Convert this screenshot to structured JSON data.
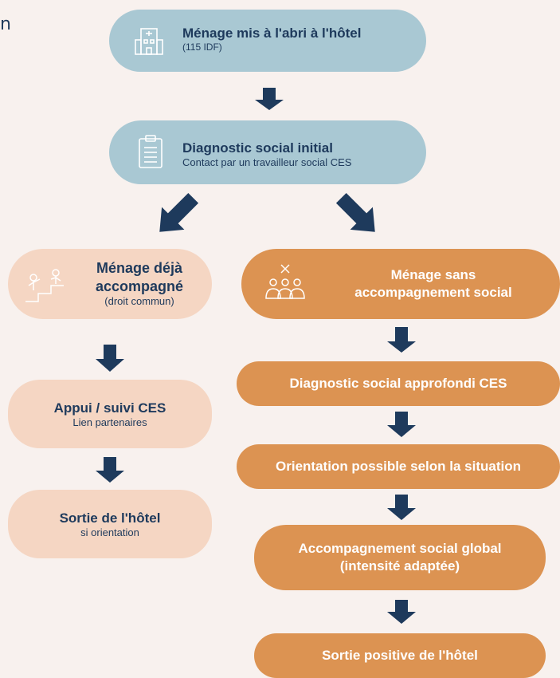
{
  "corner_text": "n",
  "start": {
    "title": "Ménage mis à l'abri à l'hôtel",
    "subtitle": "(115 IDF)",
    "icon": "hotel-building-icon"
  },
  "diagnostic_initial": {
    "title": "Diagnostic social initial",
    "subtitle": "Contact par un travailleur social CES",
    "icon": "clipboard-checklist-icon"
  },
  "left_branch": {
    "header": {
      "line1": "Ménage déjà",
      "line2": "accompagné",
      "subtitle": "(droit commun)",
      "icon": "people-helping-climb-icon"
    },
    "step2": {
      "title": "Appui / suivi CES",
      "subtitle": "Lien partenaires"
    },
    "step3": {
      "title": "Sortie de l'hôtel",
      "subtitle": "si orientation"
    }
  },
  "right_branch": {
    "header": {
      "line1": "Ménage sans",
      "line2": "accompagnement social",
      "icon": "group-people-icon"
    },
    "step2": "Diagnostic social approfondi CES",
    "step3": "Orientation possible selon la situation",
    "step4": {
      "line1": "Accompagnement social global",
      "line2": "(intensité adaptée)"
    },
    "step5": "Sortie positive de l'hôtel"
  },
  "colors": {
    "navy": "#1e3a5c",
    "blue_box": "#a9c8d3",
    "peach_box": "#f5d6c3",
    "orange_box": "#dc9352",
    "background": "#f8f1ee"
  }
}
